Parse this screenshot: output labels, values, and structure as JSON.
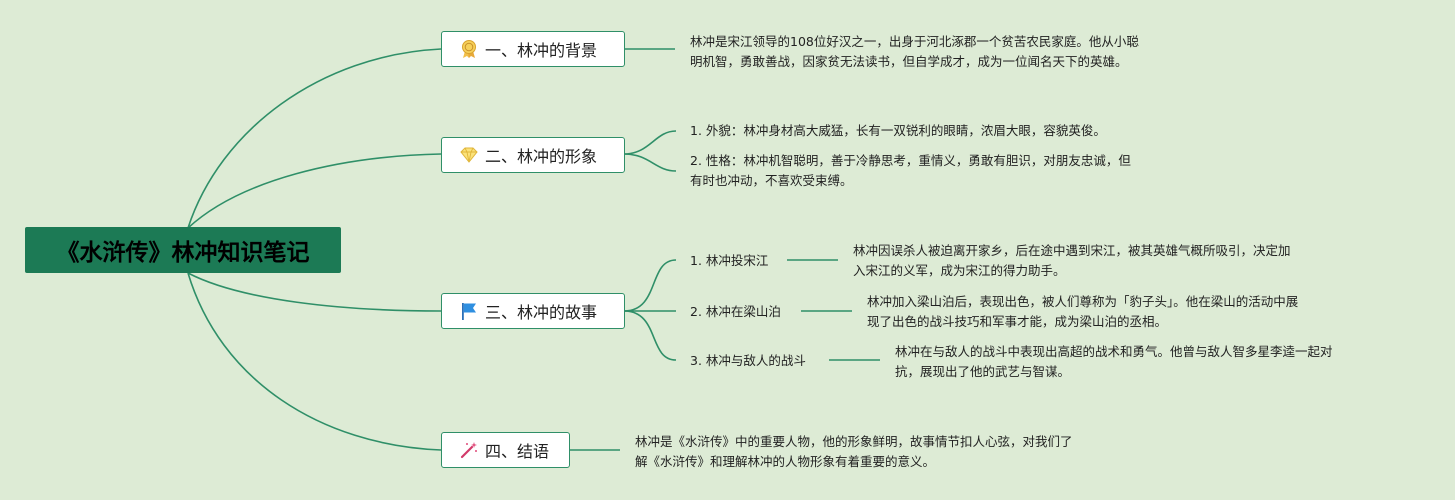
{
  "root": {
    "title": "《水浒传》林冲知识笔记"
  },
  "branches": [
    {
      "label": "一、林冲的背景",
      "icon": "award-ribbon-icon",
      "note": "林冲是宋江领导的108位好汉之一，出身于河北涿郡一个贫苦农民家庭。他从小聪\n明机智，勇敢善战，因家贫无法读书，但自学成才，成为一位闻名天下的英雄。"
    },
    {
      "label": "二、林冲的形象",
      "icon": "diamond-icon",
      "items": [
        {
          "text": "1. 外貌：林冲身材高大威猛，长有一双锐利的眼睛，浓眉大眼，容貌英俊。"
        },
        {
          "text": "2. 性格：林冲机智聪明，善于冷静思考，重情义，勇敢有胆识，对朋友忠诚，但\n有时也冲动，不喜欢受束缚。"
        }
      ]
    },
    {
      "label": "三、林冲的故事",
      "icon": "flag-icon",
      "items": [
        {
          "label": "1. 林冲投宋江",
          "note": "林冲因误杀人被迫离开家乡，后在途中遇到宋江，被其英雄气概所吸引，决定加\n入宋江的义军，成为宋江的得力助手。"
        },
        {
          "label": "2. 林冲在梁山泊",
          "note": "林冲加入梁山泊后，表现出色，被人们尊称为「豹子头」。他在梁山的活动中展\n现了出色的战斗技巧和军事才能，成为梁山泊的丞相。"
        },
        {
          "label": "3. 林冲与敌人的战斗",
          "note": "林冲在与敌人的战斗中表现出高超的战术和勇气。他曾与敌人智多星李逵一起对\n抗，展现出了他的武艺与智谋。"
        }
      ]
    },
    {
      "label": "四、结语",
      "icon": "magic-wand-icon",
      "note": "林冲是《水浒传》中的重要人物，他的形象鲜明，故事情节扣人心弦，对我们了\n解《水浒传》和理解林冲的人物形象有着重要的意义。"
    }
  ],
  "colors": {
    "background": "#ddebd5",
    "line": "#2f8f68",
    "root_fill": "#1c7a55"
  }
}
